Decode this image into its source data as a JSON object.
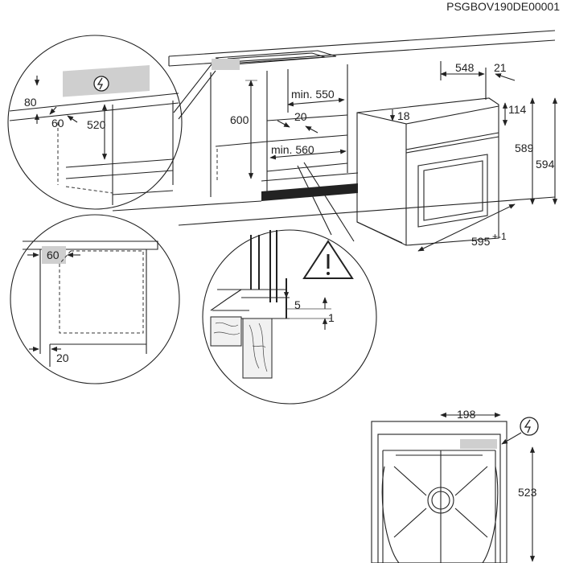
{
  "doc_code": "PSGBOV190DE00001",
  "cabinet": {
    "height": "600",
    "min_depth": "min. 550",
    "gap": "20",
    "min_width": "min. 560"
  },
  "detail_top_left": {
    "dim_a": "80",
    "dim_b": "60",
    "dim_c": "520"
  },
  "detail_mid_left": {
    "dim_a": "60",
    "dim_b": "20"
  },
  "detail_center": {
    "dim_a": "5",
    "dim_b": "1"
  },
  "oven": {
    "depth": "548",
    "front": "21",
    "top_gap": "18",
    "panel_height": "114",
    "height_inner": "589",
    "height_total": "594",
    "width": "595",
    "width_tolerance": "+-1"
  },
  "rear_view": {
    "offset": "198",
    "height": "523"
  },
  "icons": [
    "electric-hazard-icon",
    "warning-icon"
  ]
}
